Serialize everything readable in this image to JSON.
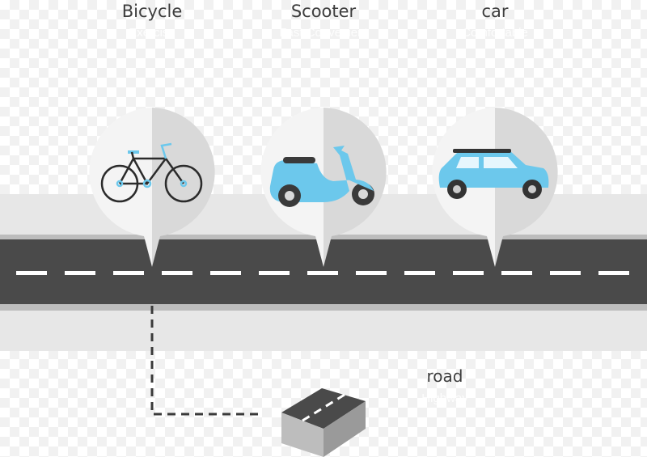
{
  "vehicles": [
    {
      "title": "Bicycle",
      "subtitle": "Exercise",
      "icon": "bicycle-icon"
    },
    {
      "title": "Scooter",
      "subtitle": "Fast Convenient",
      "icon": "scooter-icon"
    },
    {
      "title": "car",
      "subtitle": "Comfortable",
      "icon": "car-icon"
    }
  ],
  "road": {
    "title": "road",
    "subtitle": "Highway",
    "icon": "road-block-icon"
  },
  "colors": {
    "road": "#4a4a4a",
    "lane": "#ffffff",
    "shoulder": "#e7e7e7",
    "vehicle_blue": "#6cc8ec",
    "bubble": "#f2f2f2",
    "bubble_shade": "#d9d9d9"
  }
}
